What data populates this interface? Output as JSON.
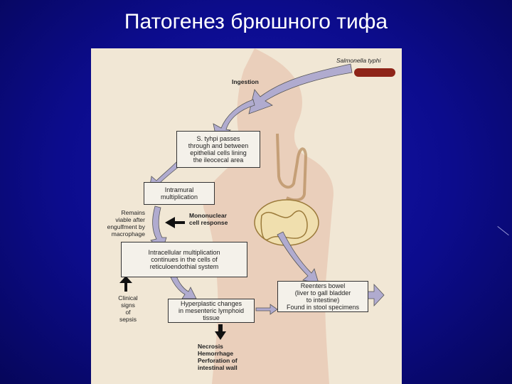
{
  "slide": {
    "title": "Патогенез брюшного тифа"
  },
  "figure": {
    "bacterium_label": "Salmonella typhi",
    "ingestion": "Ingestion",
    "box_passes": "S. tyhpi passes\nthrough and between\nepithelial cells lining\nthe ileocecal area",
    "box_intramural": "Intramural\nmultiplication",
    "mononuclear": "Mononuclear\ncell response",
    "remains_viable": "Remains\nviable after\nengulfment by\nmacrophage",
    "box_intracellular": "Intracellular multiplication\ncontinues in the cells of\nreticuloendothial system",
    "clinical_signs": "Clinical\nsigns\nof\nsepsis",
    "box_hyperplastic": "Hyperplastic changes\nin mesenteric lymphoid\ntissue",
    "box_reenters": "Reenters bowel\n(liver to gall bladder\nto intestine)\nFound in stool specimens",
    "outcomes": "Necrosis\nHemorrhage\nPerforation of\nintestinal wall"
  },
  "colors": {
    "background": "#0c0c8c",
    "figure_bg": "#f1e7d5",
    "body_silhouette": "#e9c9b4",
    "arrow_fill": "#b0abcf",
    "bacterium": "#8e2418"
  }
}
